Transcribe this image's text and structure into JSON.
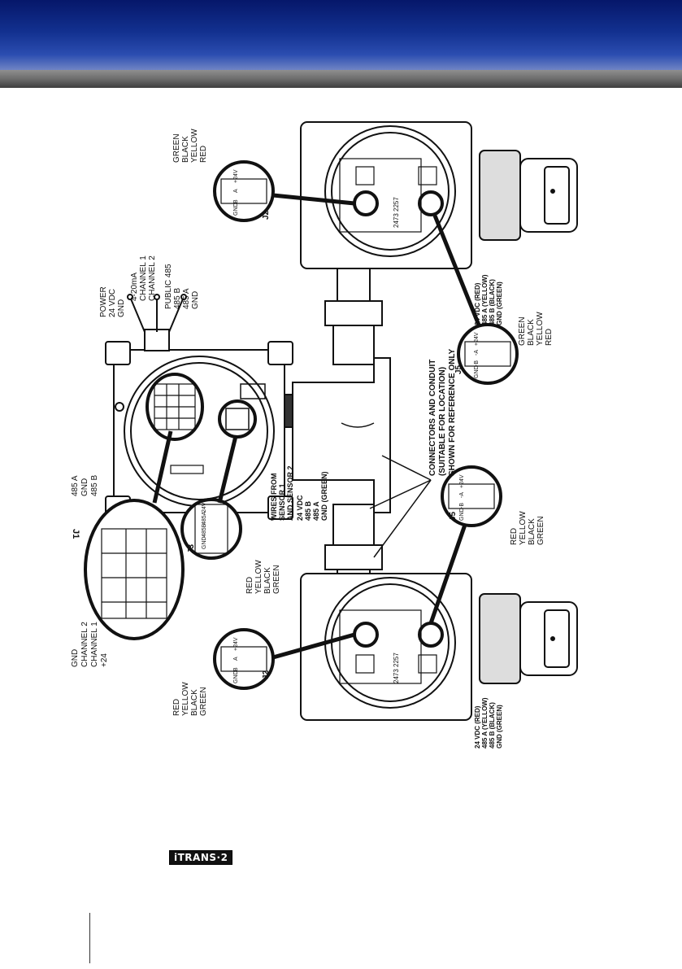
{
  "labels": {
    "j1": "J1",
    "j1_top": [
      "485 A",
      "GND",
      "485 B"
    ],
    "j1_bottom": [
      "GND",
      "CHANNEL 2",
      "CHANNEL 1",
      "+24"
    ],
    "power": [
      "POWER",
      "24 VDC",
      "GND"
    ],
    "analog": [
      "4-20mA",
      "CHANNEL 1",
      "CHANNEL 2"
    ],
    "public485": [
      "PUBLIC 485",
      "485 B",
      "485 A",
      "GND"
    ],
    "j3": "J3",
    "j3_pins": [
      "GND",
      "485B",
      "485A",
      "24V"
    ],
    "j3_wires": [
      "RED",
      "YELLOW",
      "BLACK",
      "GREEN"
    ],
    "wires_from": [
      "WIRES FROM",
      "SENSOR 1",
      "AND SENSOR 2",
      "24 VDC",
      "485 B",
      "485 A",
      "GND  (GREEN)"
    ],
    "conduit": [
      "CONNECTORS AND CONDUIT",
      "(SUITABLE FOR LOCATION)",
      "SHOWN FOR REFERENCE ONLY"
    ],
    "j2": "J2",
    "j2_pins": [
      "GND",
      "B",
      "A",
      "+24V"
    ],
    "j5": "J5",
    "j5_pins": [
      "GND",
      "-B",
      "-A",
      "+24V"
    ],
    "top_j2_wires": [
      "GREEN",
      "BLACK",
      "YELLOW",
      "RED"
    ],
    "top_j5_wires": [
      "GREEN",
      "BLACK",
      "YELLOW",
      "RED"
    ],
    "bot_j5_wires": [
      "RED",
      "YELLOW",
      "BLACK",
      "GREEN"
    ],
    "bot_j2_wires": [
      "RED",
      "YELLOW",
      "BLACK",
      "GREEN"
    ],
    "sensor_wires": [
      "24 VDC (RED)",
      "485 A (YELLOW)",
      "485 B (BLACK)",
      "GND (GREEN)"
    ],
    "board_text": "2473  2257"
  },
  "footer": {
    "logo": "iTRANS·2"
  }
}
